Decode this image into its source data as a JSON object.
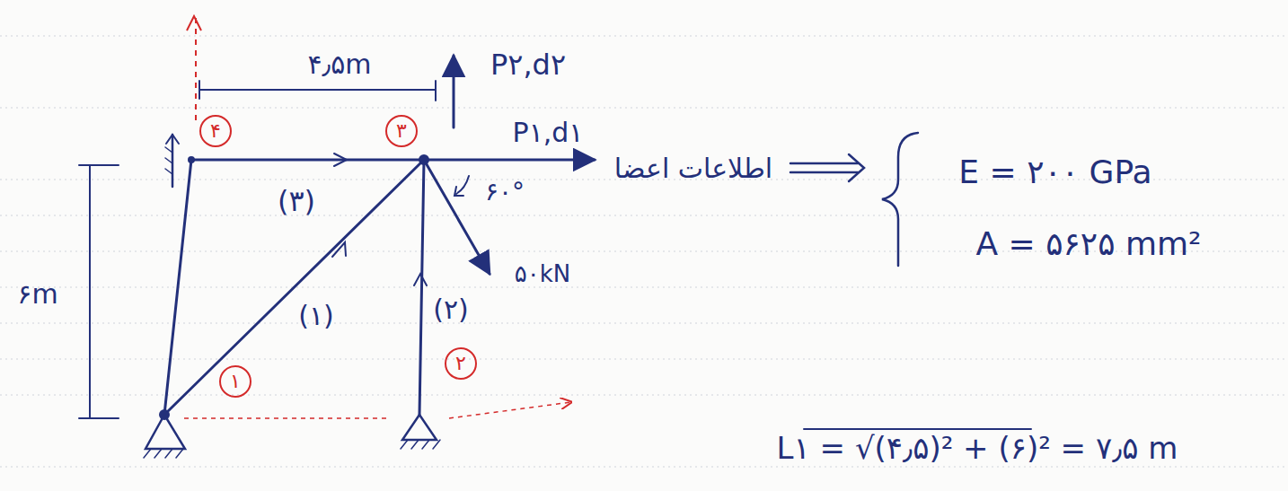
{
  "diagram": {
    "nodes": [
      {
        "text": [
          "۴"
        ]
      },
      {
        "text": [
          "۳"
        ]
      },
      {
        "text": [
          "۱"
        ]
      },
      {
        "text": [
          "۲"
        ]
      }
    ],
    "labels": [
      "۴٫۵m",
      "P۲,d۲",
      "P۱,d۱",
      "(۳)",
      "۶۰°",
      "۵۰kN",
      "(۱)",
      "(۲)",
      "۶m",
      "اطلاعات اعضا",
      "E = ۲۰۰ GPa",
      "A = ۵۶۲۵ mm²",
      "L۱ = √(۴٫۵)² + (۶)² = ۷٫۵ m"
    ]
  }
}
